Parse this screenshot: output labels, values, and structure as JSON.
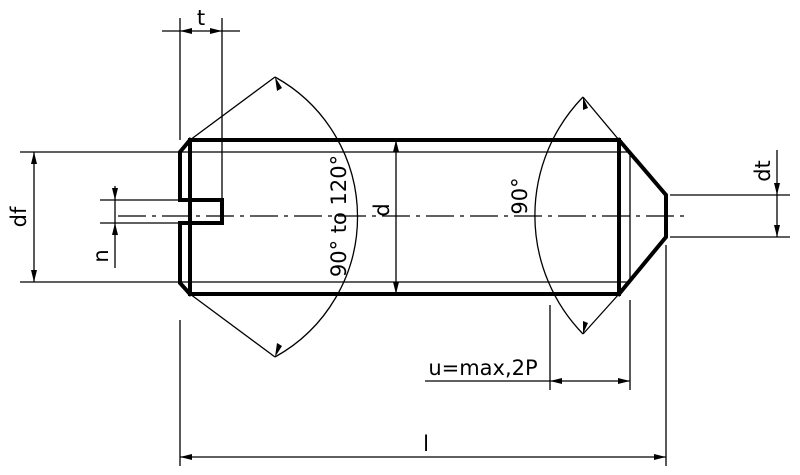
{
  "diagram": {
    "labels": {
      "t": "t",
      "df": "df",
      "n": "n",
      "angle_left": "90° to 120°",
      "d": "d",
      "angle_right": "90°",
      "dt": "dt",
      "u": "u=max,2P",
      "l": "l"
    },
    "colors": {
      "line": "#000000",
      "background": "#ffffff"
    }
  }
}
